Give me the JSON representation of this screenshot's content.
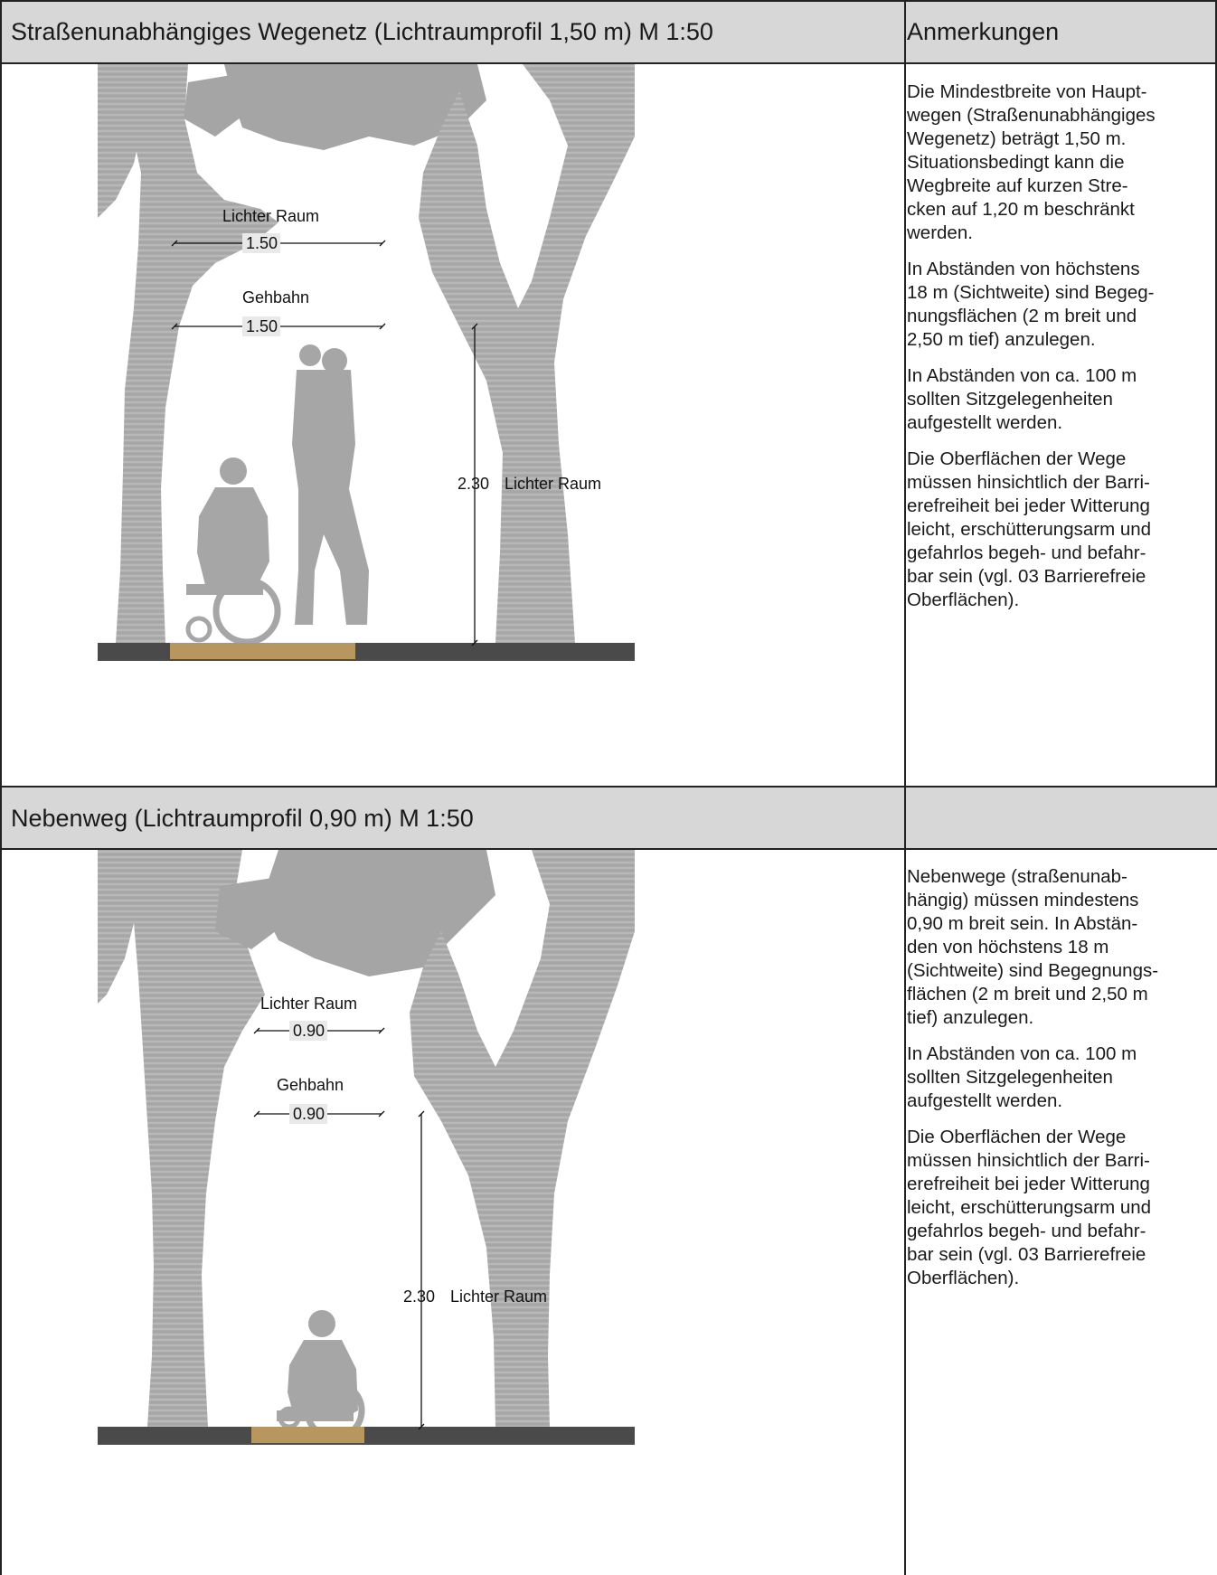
{
  "section1": {
    "title": "Straßenunabhängiges Wegenetz (Lichtraumprofil 1,50 m)  M 1:50",
    "notes_header": "Anmerkungen",
    "notes": [
      "Die Mindestbreite von Haupt-\nwegen (Straßenunabhängiges\nWegenetz) beträgt 1,50 m.\nSituationsbedingt kann die\nWegbreite auf kurzen Stre-\ncken auf 1,20 m beschränkt\nwerden.",
      "In Abständen von höchstens\n18 m (Sichtweite) sind Begeg-\nnungsflächen (2 m breit und\n2,50 m tief) anzulegen.",
      "In Abständen von ca. 100 m\nsollten Sitzgelegenheiten\naufgestellt werden.",
      "Die Oberflächen der Wege\nmüssen hinsichtlich der Barri-\nerefreiheit bei jeder Witterung\nleicht, erschütterungsarm und\ngefahrlos begeh- und befahr-\nbar sein (vgl. 03 Barrierefreie\nOberflächen)."
    ],
    "diagram": {
      "label_clearance": "Lichter Raum",
      "clearance_width": "1.50",
      "label_walkway": "Gehbahn",
      "walkway_width": "1.50",
      "height_value": "2.30",
      "height_label": "Lichter Raum"
    }
  },
  "section2": {
    "title": "Nebenweg (Lichtraumprofil 0,90 m)  M 1:50",
    "notes_header": "",
    "notes": [
      "Nebenwege (straßenunab-\nhängig) müssen mindestens\n0,90 m breit sein. In Abstän-\nden von höchstens 18 m\n(Sichtweite) sind Begegnungs-\nflächen (2 m breit und 2,50 m\ntief) anzulegen.",
      "In Abständen von ca. 100 m\nsollten Sitzgelegenheiten\naufgestellt werden.",
      "Die Oberflächen der Wege\nmüssen hinsichtlich der Barri-\nerefreiheit bei jeder Witterung\nleicht, erschütterungsarm und\ngefahrlos begeh- und befahr-\nbar sein (vgl. 03 Barrierefreie\nOberflächen)."
    ],
    "diagram": {
      "label_clearance": "Lichter Raum",
      "clearance_width": "0.90",
      "label_walkway": "Gehbahn",
      "walkway_width": "0.90",
      "height_value": "2.30",
      "height_label": "Lichter Raum"
    }
  },
  "colors": {
    "header_band": "#d7d7d7",
    "tree_gray": "#a8a8a8",
    "pavement": "#4a4a4a",
    "path_surface": "#b8975f"
  }
}
